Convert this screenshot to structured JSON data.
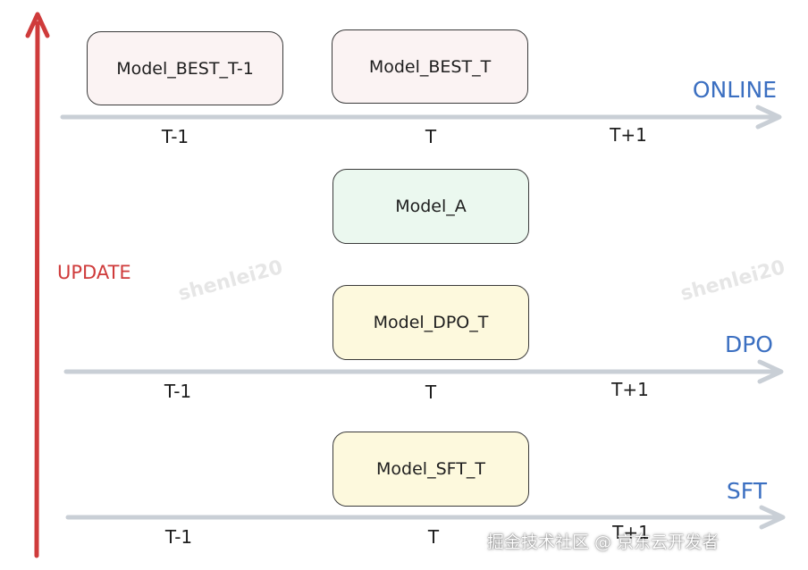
{
  "colors": {
    "update_arrow": "#cf3b3b",
    "timeline": "#c9cfd6",
    "lane_label": "#3b6fc1",
    "box_online": "#fbf3f3",
    "box_model_a": "#ebf8ef",
    "box_yellow": "#fdf9dd"
  },
  "update_label": "UPDATE",
  "lanes": [
    {
      "id": "online",
      "label": "ONLINE",
      "ticks": [
        "T-1",
        "T",
        "T+1"
      ],
      "boxes": [
        {
          "label": "Model_BEST_T-1",
          "fill_key": "box_online"
        },
        {
          "label": "Model_BEST_T",
          "fill_key": "box_online"
        }
      ]
    },
    {
      "id": "dpo",
      "label": "DPO",
      "ticks": [
        "T-1",
        "T",
        "T+1"
      ],
      "boxes": [
        {
          "label": "Model_A",
          "fill_key": "box_model_a"
        },
        {
          "label": "Model_DPO_T",
          "fill_key": "box_yellow"
        }
      ]
    },
    {
      "id": "sft",
      "label": "SFT",
      "ticks": [
        "T-1",
        "T",
        "T+1"
      ],
      "boxes": [
        {
          "label": "Model_SFT_T",
          "fill_key": "box_yellow"
        }
      ]
    }
  ],
  "watermark": "shenlei20",
  "footer": "掘金技术社区 @ 京东云开发者"
}
